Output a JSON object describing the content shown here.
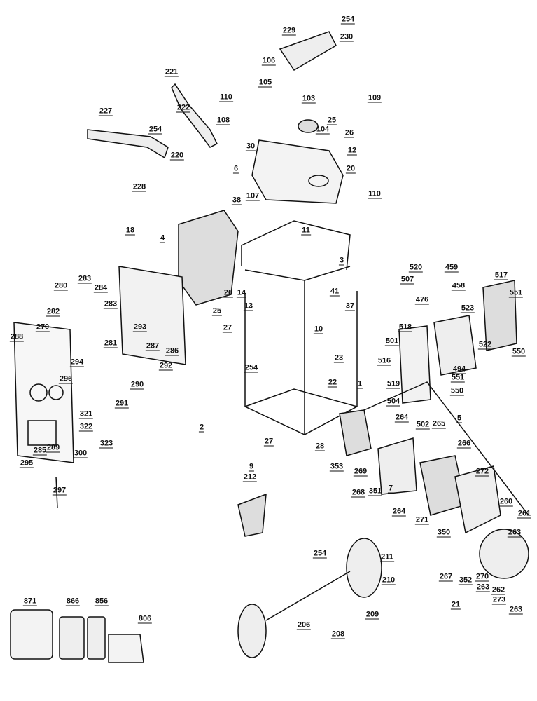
{
  "callouts": [
    "254",
    "230",
    "229",
    "221",
    "106",
    "105",
    "110",
    "222",
    "227",
    "108",
    "103",
    "109",
    "25",
    "26",
    "104",
    "12",
    "254",
    "30",
    "20",
    "220",
    "6",
    "228",
    "107",
    "38",
    "110",
    "11",
    "18",
    "4",
    "3",
    "520",
    "459",
    "517",
    "507",
    "458",
    "280",
    "283",
    "284",
    "26",
    "14",
    "41",
    "476",
    "523",
    "551",
    "283",
    "25",
    "13",
    "37",
    "282",
    "293",
    "27",
    "518",
    "288",
    "270",
    "281",
    "10",
    "522",
    "550",
    "287",
    "286",
    "501",
    "23",
    "516",
    "294",
    "292",
    "254",
    "22",
    "1",
    "494",
    "296",
    "290",
    "519",
    "551",
    "550",
    "504",
    "264",
    "502",
    "5",
    "291",
    "321",
    "322",
    "2",
    "265",
    "266",
    "323",
    "27",
    "28",
    "289",
    "300",
    "295",
    "285",
    "353",
    "269",
    "9",
    "268",
    "351",
    "7",
    "212",
    "272",
    "264",
    "271",
    "297",
    "260",
    "350",
    "263",
    "261",
    "254",
    "211",
    "267",
    "352",
    "270",
    "262",
    "273",
    "263",
    "21",
    "210",
    "209",
    "208",
    "206",
    "263",
    "871",
    "866",
    "856",
    "806"
  ]
}
